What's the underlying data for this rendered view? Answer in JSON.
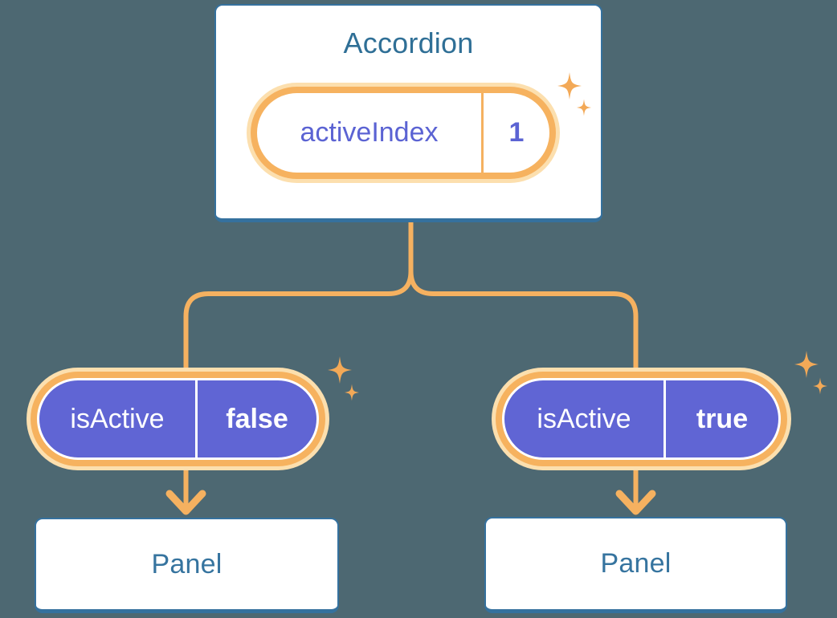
{
  "diagram": {
    "accordion": {
      "title": "Accordion",
      "state_pill": {
        "label": "activeIndex",
        "value": "1"
      }
    },
    "panels": [
      {
        "prop_pill": {
          "label": "isActive",
          "value": "false"
        },
        "title": "Panel"
      },
      {
        "prop_pill": {
          "label": "isActive",
          "value": "true"
        },
        "title": "Panel"
      }
    ],
    "icons": {
      "sparkle": "sparkle-icon",
      "arrow": "down-arrow-icon"
    },
    "colors": {
      "background": "#4D6872",
      "card_fill": "#FFFFFF",
      "card_border": "#35719E",
      "heading_text": "#2F6F96",
      "panel_text": "#36749F",
      "connector_orange": "#F5B160",
      "pill_ring_orange": "#F6B25F",
      "pill_ring_glow": "#FCDFAE",
      "sparkle_orange": "#F3A957",
      "pill_purple_fill": "#6065D4",
      "pill_purple_text": "#5B63D3",
      "pill_white_text": "#FFFFFF"
    }
  }
}
